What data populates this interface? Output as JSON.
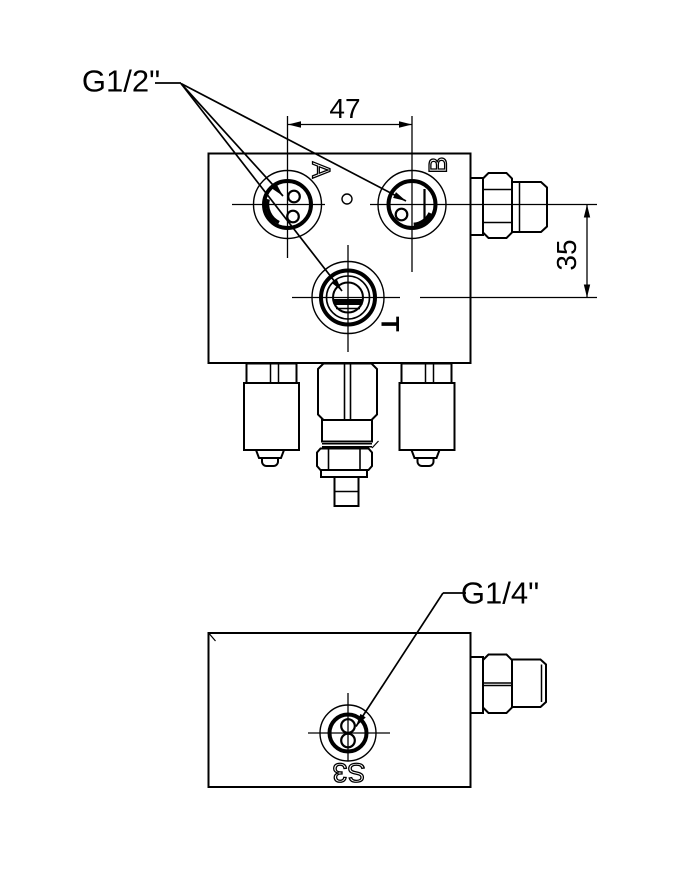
{
  "labels": {
    "g12": "G1/2\"",
    "g14": "G1/4\"",
    "port_a": "A",
    "port_b": "B",
    "port_t": "T",
    "port_s3": "S3"
  },
  "dimensions": {
    "port_spacing_horizontal": "47",
    "port_spacing_vertical": "35"
  },
  "colors": {
    "line": "#000000",
    "background": "#ffffff"
  }
}
